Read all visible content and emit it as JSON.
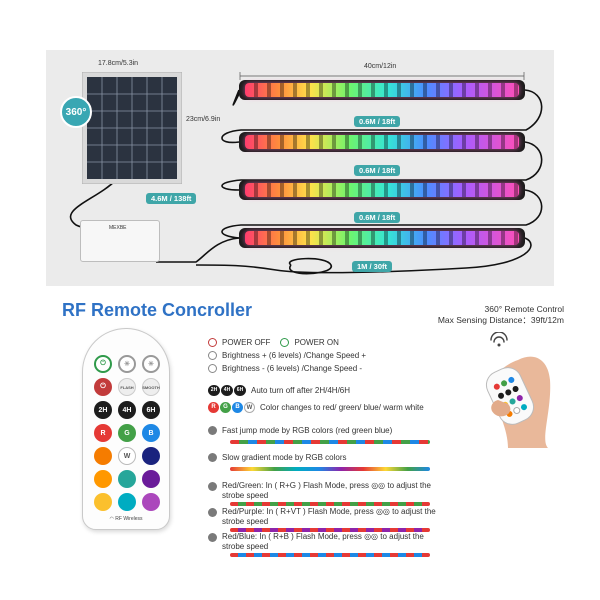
{
  "product_panel": {
    "solar_width": "17.8cm/5.3in",
    "solar_height": "23cm/6.9in",
    "rotation_badge": "360°",
    "solar_cable": "4.6M / 138ft",
    "bar_length": "40cm/12in",
    "bar_cable_1": "0.6M / 18ft",
    "bar_cable_2": "0.6M / 18ft",
    "bar_cable_3": "0.6M / 18ft",
    "controller_cable": "1M / 30ft",
    "controller_brand": "MEXBE"
  },
  "remote_section": {
    "title": "RF Remote Concroller",
    "info_line1": "360° Remote Control",
    "info_line2": "Max Sensing Distance：39ft/12m",
    "remote_label": "RF Wireless",
    "buttons": {
      "flash": "FLASH",
      "smooth": "SMOOTH",
      "t2h": "2H",
      "t4h": "4H",
      "t6h": "6H",
      "r": "R",
      "g": "G",
      "b": "B",
      "w": "W"
    },
    "chips": {
      "t2h": "2H",
      "t4h": "4H",
      "t6h": "6H",
      "r": "R",
      "g": "G",
      "b": "B",
      "w": "W"
    },
    "features": {
      "power_off": "POWER OFF",
      "power_on": "POWER ON",
      "brightness_up": "Brightness + (6 levels) /Change Speed +",
      "brightness_down": "Brightness - (6 levels) /Change Speed -",
      "auto_off": "Auto turn off after 2H/4H/6H",
      "color_change": "Color changes to red/ green/ blue/ warm white",
      "fast_jump": "Fast jump mode by RGB colors (red green blue)",
      "slow_gradient": "Slow gradient mode by RGB colors",
      "rg_line1": "Red/Green: In ( R+G ) Flash Mode, press",
      "rg_line1_end": "to adjust the",
      "rg_line2": "strobe speed",
      "rp_line1": "Red/Purple: In ( R+VT ) Flash Mode, press",
      "rp_line1_end": "to adjust the",
      "rp_line2": "strobe speed",
      "rb_line1": "Red/Blue: In ( R+B ) Flash Mode, press",
      "rb_line1_end": "to adjust the",
      "rb_line2": "strobe speed"
    }
  },
  "colors": {
    "title_blue": "#2f72c5",
    "tag_teal": "#3fa6a8",
    "red": "#e53935",
    "green": "#43a047",
    "blue": "#1e88e5",
    "purple": "#8e24aa",
    "yellow": "#fbc02d"
  }
}
